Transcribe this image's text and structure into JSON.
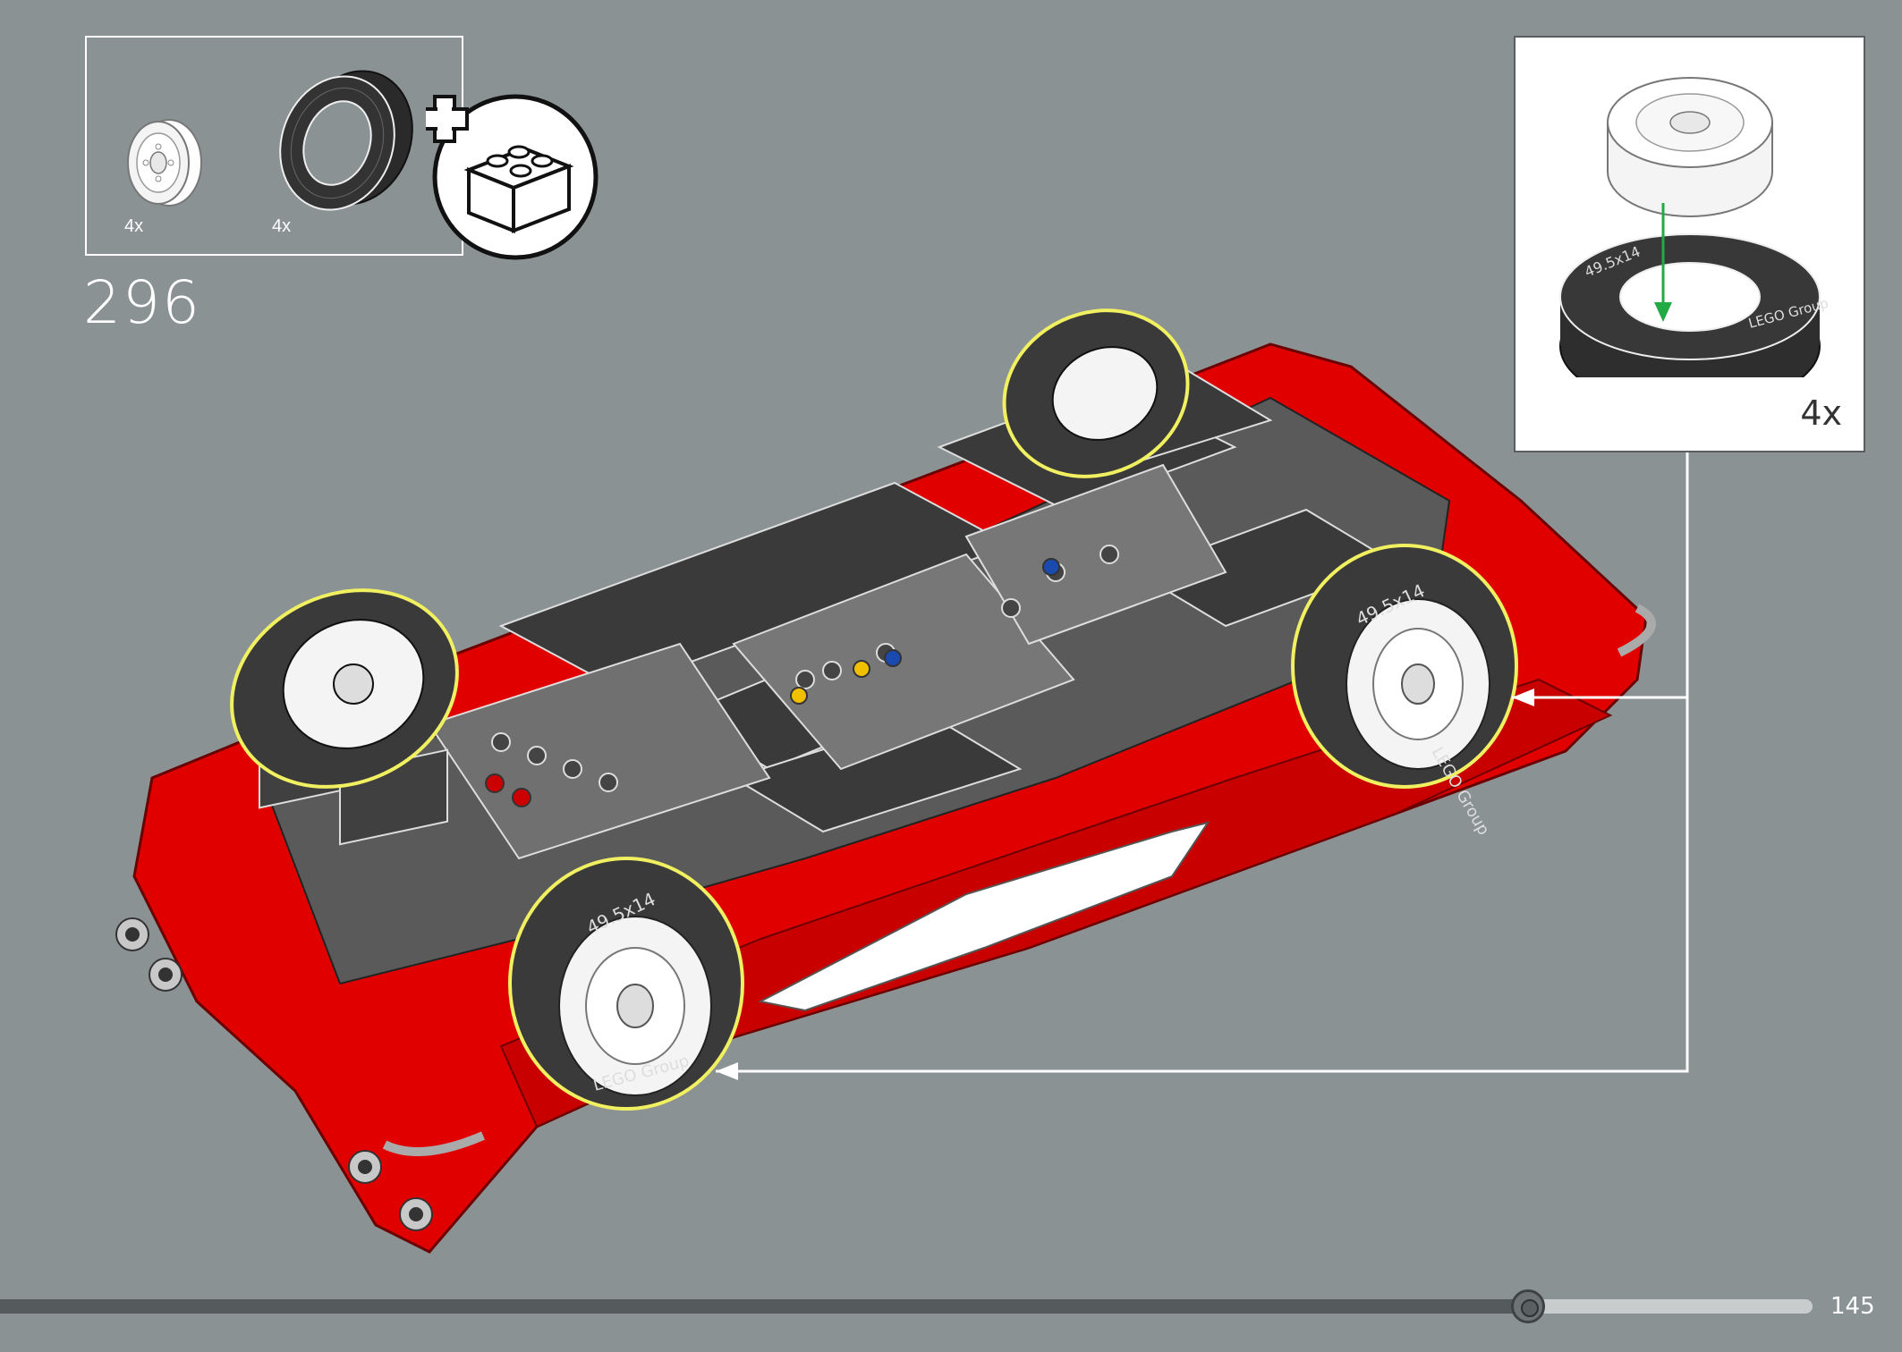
{
  "step": {
    "number": "296"
  },
  "parts": [
    {
      "name": "wheel-rim",
      "quantity": "4x"
    },
    {
      "name": "tire",
      "quantity": "4x",
      "marking": "49.5x14"
    }
  ],
  "add_icon": "plus-brick-icon",
  "callout": {
    "quantity": "4x",
    "tire_marking": "49.5x14",
    "tire_brand": "LEGO Group"
  },
  "model": {
    "tire_marking": "49.5x14",
    "tire_brand": "LEGO Group",
    "body_color": "#e00000"
  },
  "colors": {
    "background": "#8a9294",
    "highlight": "#f0f060",
    "arrow": "#22aa44"
  },
  "page": {
    "number": "145",
    "progress": 0.8
  }
}
